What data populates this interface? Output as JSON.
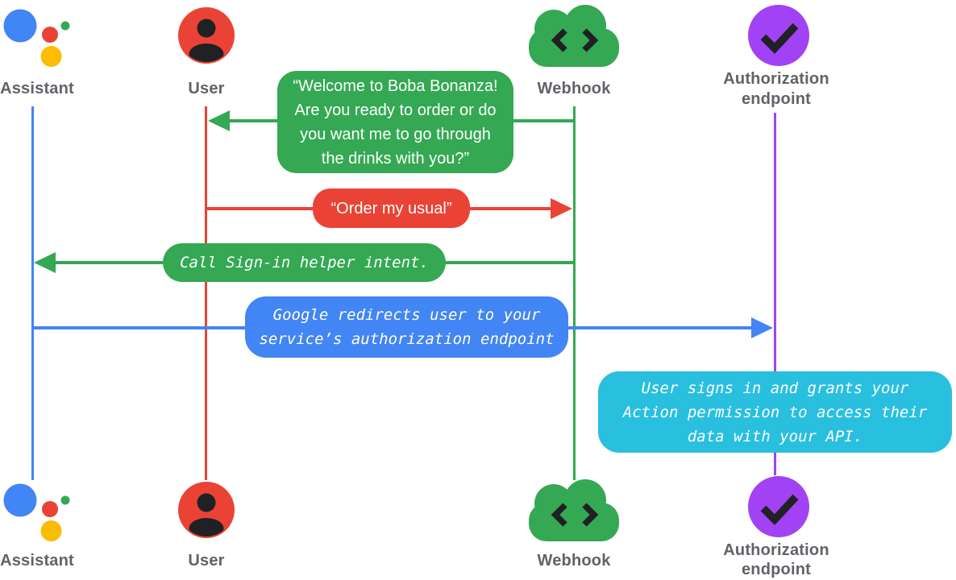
{
  "actors": {
    "assistant": {
      "label": "Assistant"
    },
    "user": {
      "label": "User"
    },
    "webhook": {
      "label": "Webhook"
    },
    "authorization": {
      "label_lines": [
        "Authorization",
        "endpoint"
      ]
    }
  },
  "messages": {
    "welcome": {
      "from": "webhook",
      "to": "user",
      "style": "spoken",
      "lines": [
        "“Welcome to Boba Bonanza!",
        "Are you ready to order or do",
        "you want me to go through",
        "the drinks with you?”"
      ]
    },
    "order": {
      "from": "user",
      "to": "webhook",
      "style": "spoken",
      "text": "“Order my usual”"
    },
    "sign_in": {
      "from": "webhook",
      "to": "assistant",
      "style": "system",
      "text": "Call Sign-in helper intent."
    },
    "redirect": {
      "from": "assistant",
      "to": "authorization",
      "style": "system",
      "lines": [
        "Google redirects user to your",
        "service’s authorization endpoint"
      ]
    },
    "grant": {
      "on": "authorization",
      "style": "system-note",
      "lines": [
        "User signs in and grants your",
        "Action permission to access their",
        "data with your API."
      ]
    }
  },
  "colors": {
    "assistant_blue": "#4285F4",
    "user_red": "#EA4335",
    "webhook_green": "#34A853",
    "assistant_yellow": "#FBBC04",
    "authorization_purple": "#A142F4",
    "note_cyan": "#29BFDF",
    "label_gray": "#5F6368",
    "glyph_dark": "#202124"
  }
}
